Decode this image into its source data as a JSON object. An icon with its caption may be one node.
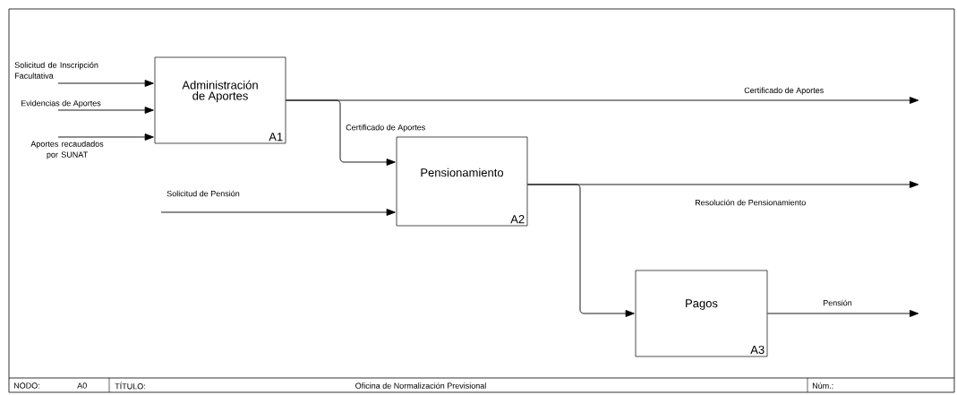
{
  "diagram": {
    "nodes": [
      {
        "text": [
          "Administración de Aportes",
          "A1"
        ]
      },
      {
        "text": [
          "Pensionamiento",
          "A2"
        ]
      },
      {
        "text": [
          "Pagos",
          "A3"
        ]
      }
    ],
    "edges": [
      {
        "from": null,
        "to": 0,
        "arrow": "to",
        "label": "Solicitud de Inscripción Facultativa"
      },
      {
        "from": null,
        "to": 0,
        "arrow": "to",
        "label": "Evidencias de Aportes"
      },
      {
        "from": null,
        "to": 0,
        "arrow": "to",
        "label": "Aportes recaudados por SUNAT"
      },
      {
        "from": 0,
        "to": null,
        "arrow": "to",
        "label": "Certificado de Aportes"
      },
      {
        "from": 0,
        "to": 1,
        "arrow": "to",
        "label": "Certificado de Aportes"
      },
      {
        "from": null,
        "to": 1,
        "arrow": "to",
        "label": "Solicitud de Pensión"
      },
      {
        "from": 1,
        "to": null,
        "arrow": "to",
        "label": "Resolución de Pensionamiento"
      },
      {
        "from": 1,
        "to": 2,
        "arrow": "to"
      },
      {
        "from": 2,
        "to": null,
        "arrow": "to",
        "label": "Pensión"
      }
    ],
    "labels": [
      "NODO:",
      "A0",
      "TÍTULO:",
      "Oficina de Normalización Previsional",
      "Núm.:"
    ]
  }
}
